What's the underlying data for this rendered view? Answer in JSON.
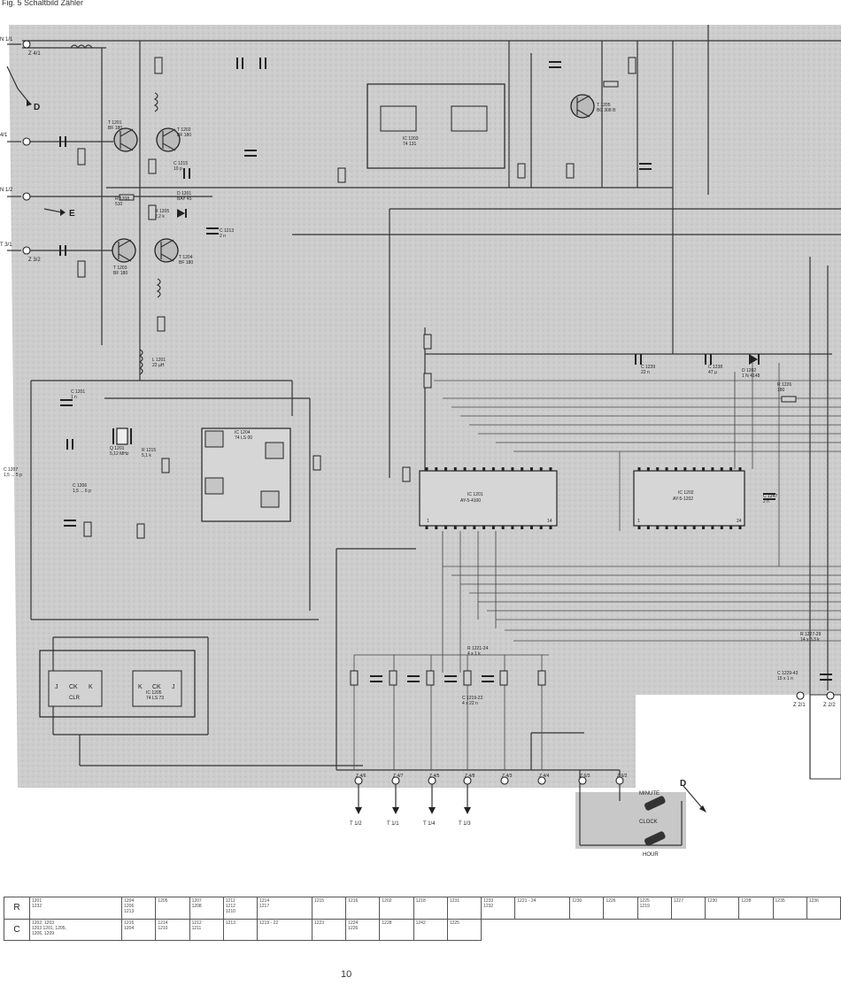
{
  "caption": "Fig. 5 Schaltbild Zähler",
  "page_number": "10",
  "colors": {
    "paper": "#ffffff",
    "board": "#cfcfcf",
    "ink": "#222222",
    "chip": "#d6d6d6"
  },
  "inputs": [
    {
      "text": "N 1/1"
    },
    {
      "text": "Z 4/1"
    },
    {
      "text": "4/1"
    },
    {
      "text": "N 1/2"
    },
    {
      "text": "T 3/1"
    },
    {
      "text": "Z 3/2"
    }
  ],
  "markers": {
    "d_left": "D",
    "e": "E",
    "d_right": "D"
  },
  "transistors": [
    {
      "ref": "T 1201",
      "type": "BF 180"
    },
    {
      "ref": "T 1202",
      "type": "BF 180"
    },
    {
      "ref": "T 1203",
      "type": "BF 180"
    },
    {
      "ref": "T 1204",
      "type": "BF 180"
    },
    {
      "ref": "T 1205",
      "type": "BC 308 B"
    }
  ],
  "ics": [
    {
      "ref": "IC 1203",
      "type": "74 131"
    },
    {
      "ref": "IC 1204",
      "type": "74 LS 00"
    },
    {
      "ref": "IC 1205",
      "type": "74 LS 73"
    },
    {
      "ref": "IC 1201",
      "type": "AY-5-4100"
    },
    {
      "ref": "IC 1202",
      "type": "AY-5-1202"
    }
  ],
  "ff_labels": {
    "j": "J",
    "ck": "CK",
    "k": "K",
    "clr": "CLR"
  },
  "components": [
    {
      "ref": "L 1201",
      "value": "22 µH"
    },
    {
      "ref": "C 1201",
      "value": "1 n"
    },
    {
      "ref": "R 1208",
      "value": "510"
    },
    {
      "ref": "R 1205",
      "value": "2,2 k"
    },
    {
      "ref": "D 1201",
      "value": "BAY 45"
    },
    {
      "ref": "C 1213",
      "value": "2 n"
    },
    {
      "ref": "C 1215",
      "value": "10 p"
    },
    {
      "ref": "Q 1201",
      "value": "5,12 MHz"
    },
    {
      "ref": "R 1215",
      "value": "5,1 k"
    },
    {
      "ref": "C 1207",
      "value": "1,5 ... 5 p"
    },
    {
      "ref": "C 1206",
      "value": "1,5 ... 6 p"
    },
    {
      "ref": "C 1239",
      "value": "22 n"
    },
    {
      "ref": "C 1238",
      "value": "47 µ"
    },
    {
      "ref": "D 1202",
      "value": "1 N 4148"
    },
    {
      "ref": "R 1226",
      "value": "180"
    },
    {
      "ref": "R 1227-29",
      "value": "14 x 3,3 k"
    },
    {
      "ref": "C 1247",
      "value": "2 n"
    },
    {
      "ref": "C 1229-43",
      "value": "15 x 1 n"
    },
    {
      "ref": "R 1221-24",
      "value": "4 x 1 k"
    },
    {
      "ref": "C 1219-22",
      "value": "4 x 22 n"
    }
  ],
  "ic_pins": {
    "pin_first": "1",
    "pin_14": "14",
    "pin_24": "24"
  },
  "bottom_terminals": [
    "Z 4/6",
    "Z 4/7",
    "Z 4/5",
    "Z 4/8",
    "Z 4/3",
    "Z 4/4",
    "Z 6/3",
    "Z 6/2"
  ],
  "test_points": [
    "T 1/2",
    "T 1/1",
    "T 1/4",
    "T 1/3"
  ],
  "right_terminals": [
    "Z 2/1",
    "Z 2/2"
  ],
  "clock_switch": {
    "minute": "MINUTE",
    "clock": "CLOCK",
    "hour": "HOUR"
  },
  "parts_table": {
    "rows": [
      {
        "label": "R",
        "cells": [
          "1201\n1232",
          "1204\n1206\n1213",
          "1205",
          "1207\n1208",
          "1211\n1212\n1210",
          "1214\n1217",
          "1215",
          "1216",
          "1202",
          "1218",
          "1231",
          "1233\n1232",
          "1221 - 24",
          "1230",
          "1226",
          "1225\n1219",
          "1227",
          "1230",
          "1228",
          "1235",
          "1236"
        ]
      },
      {
        "label": "C",
        "cells": [
          "1202, 1203\n1203 1201, 1205,\n1206, 1209",
          "1216\n1204",
          "1214\n1210",
          "1212\n1211",
          "1213",
          "1219 - 22",
          "1223",
          "1224\n1226",
          "1228",
          "1242",
          "1225"
        ]
      }
    ]
  }
}
